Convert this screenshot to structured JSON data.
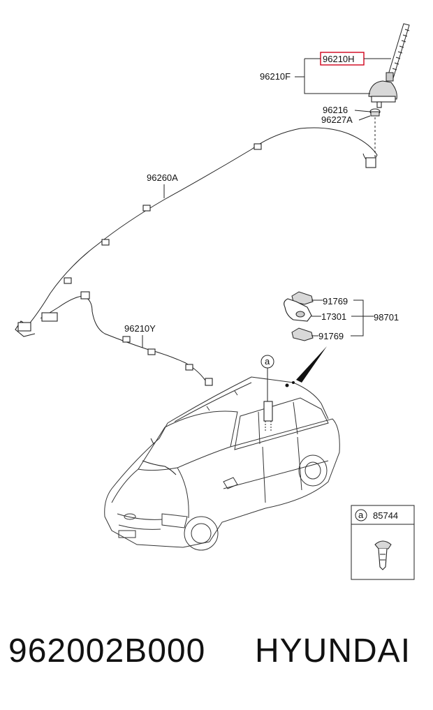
{
  "callouts": {
    "antenna_rod": "96210H",
    "antenna_assy": "96210F",
    "nut": "96216",
    "gasket": "96227A",
    "roof_cable": "96260A",
    "extension_cable": "96210Y",
    "clip_top": "91769",
    "bracket": "17301",
    "clip_bottom": "91769",
    "kit": "98701",
    "ref_letter": "a",
    "legend_letter": "a",
    "legend_part": "85744"
  },
  "colors": {
    "highlight": "#d0021b",
    "line": "#222222"
  },
  "footer": {
    "part_number": "962002B000",
    "brand": "HYUNDAI"
  }
}
